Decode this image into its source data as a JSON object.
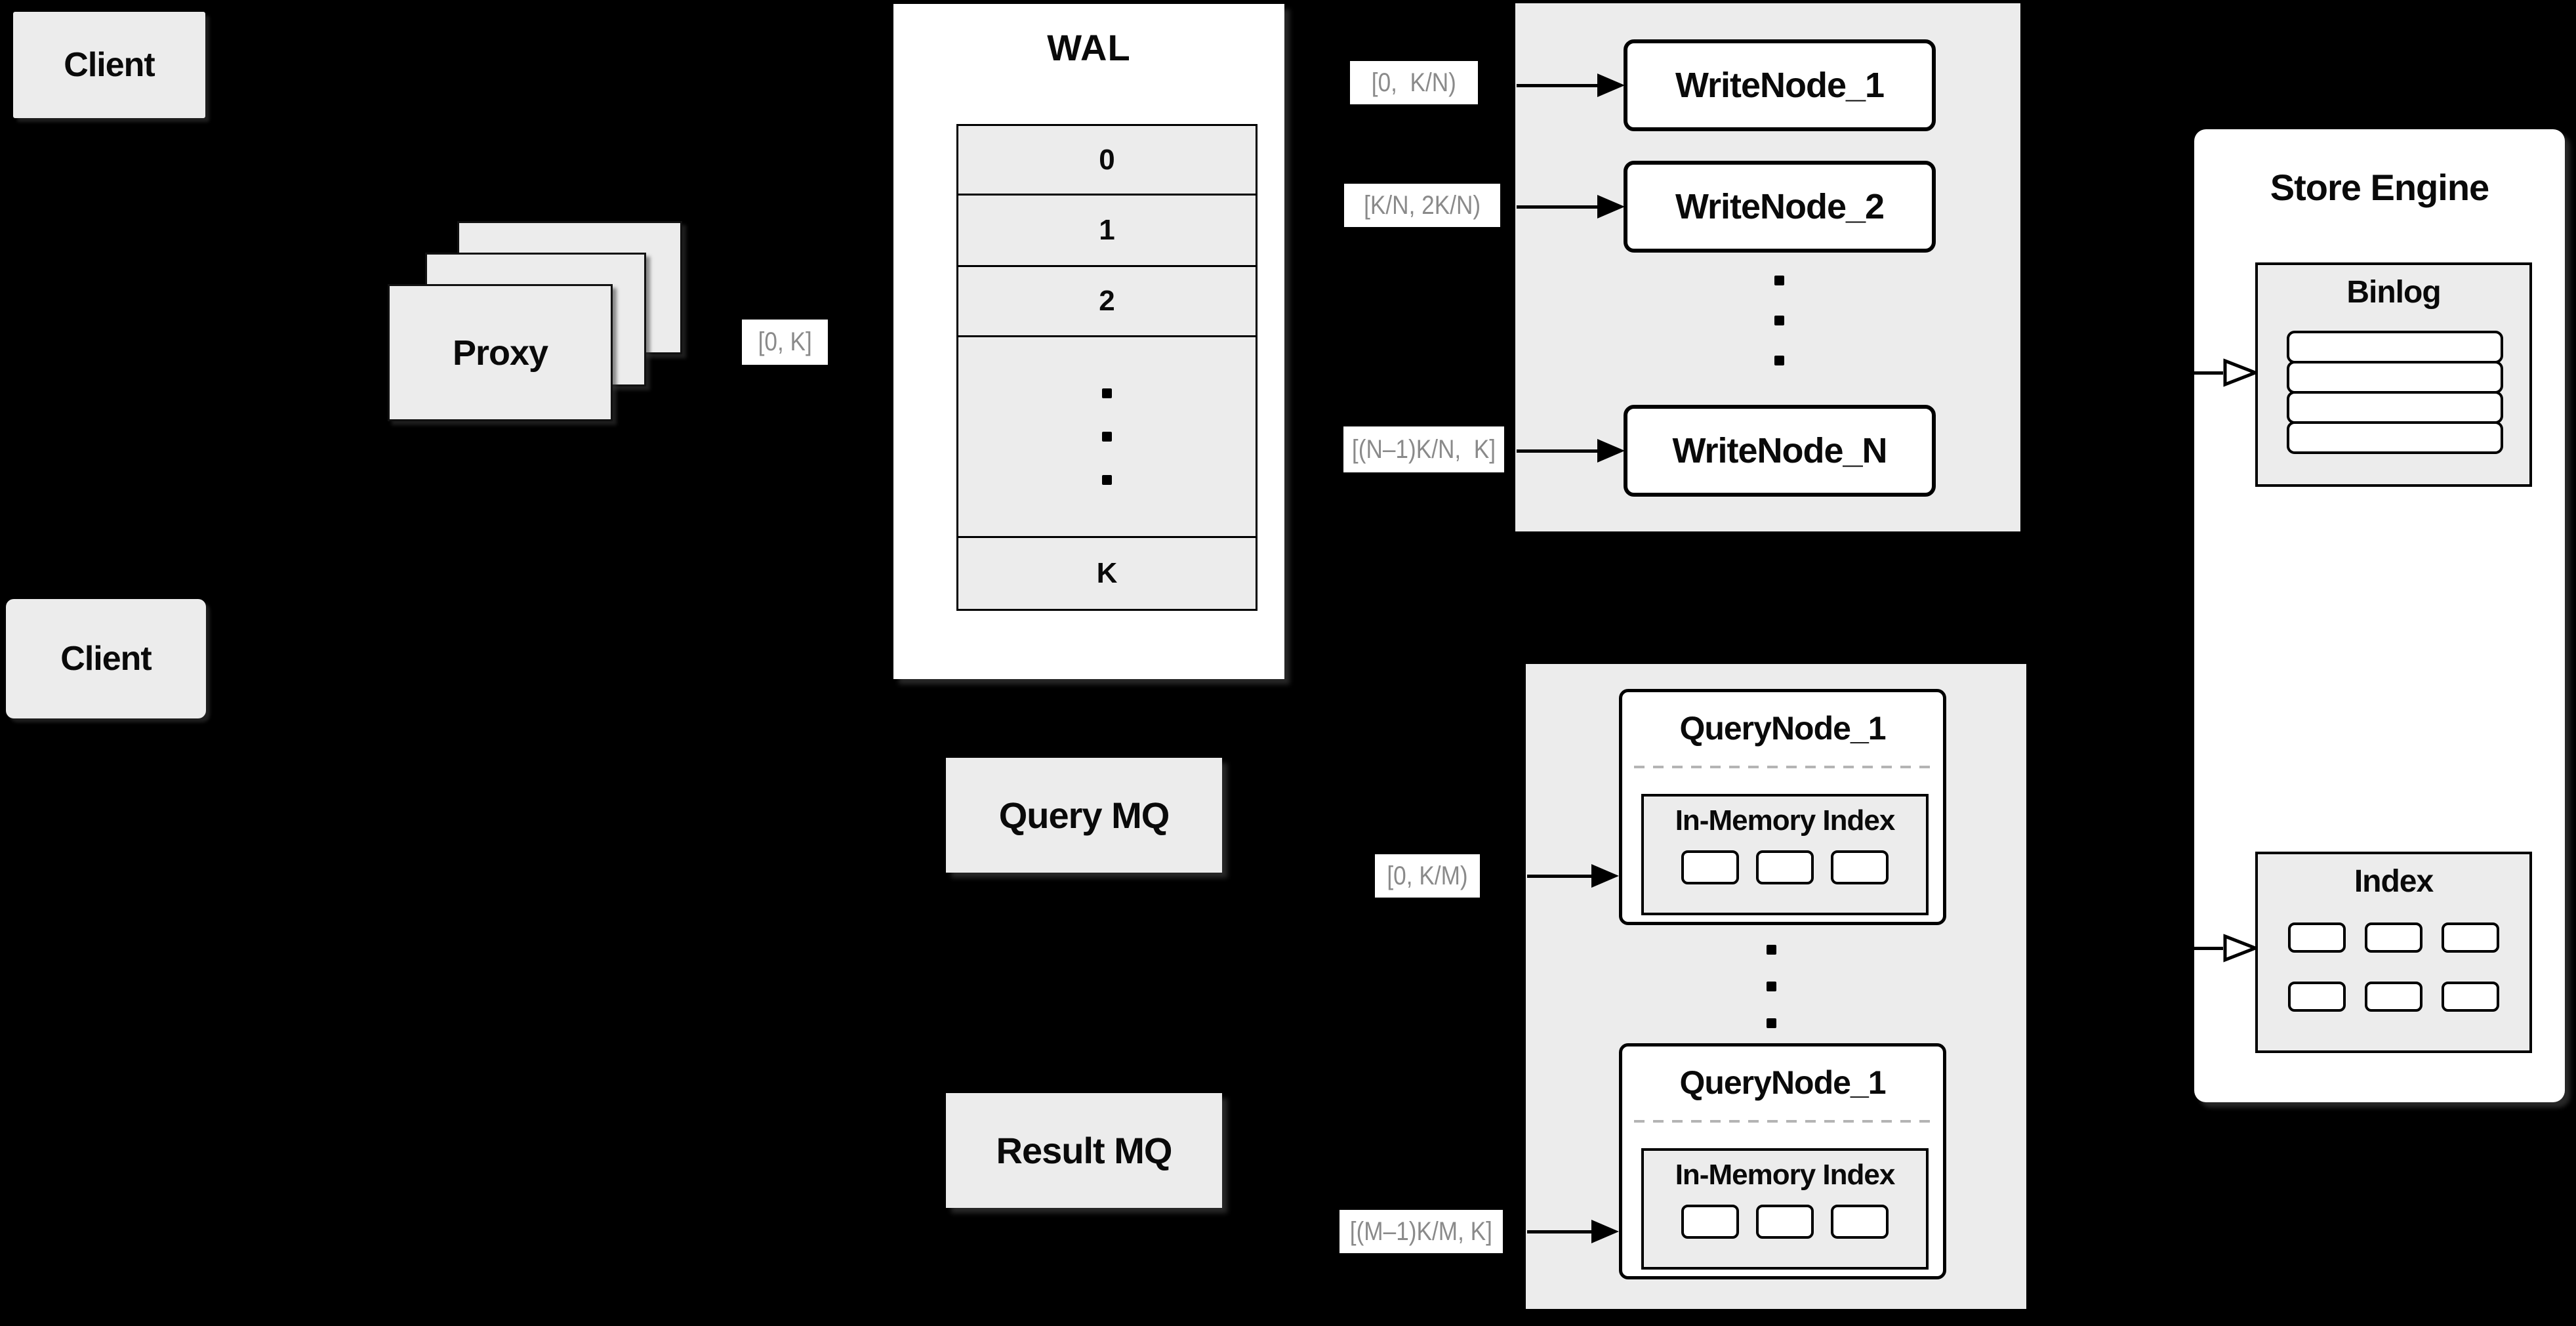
{
  "diagram": {
    "background": "#000000",
    "panel_fill": "#ececec",
    "box_fill": "#ffffff",
    "line_color": "#000000",
    "range_text_color": "#8a8a8a",
    "divider_color": "#b4b4b4"
  },
  "clients": {
    "top": "Client",
    "bottom": "Client"
  },
  "proxy": {
    "label": "Proxy",
    "range": "[0, K]"
  },
  "wal": {
    "title": "WAL",
    "rows": [
      "0",
      "1",
      "2",
      "K"
    ]
  },
  "write_section": {
    "node_1": "WriteNode_1",
    "node_2": "WriteNode_2",
    "node_n": "WriteNode_N",
    "range_1": "[0,  K/N)",
    "range_2": "[K/N, 2K/N)",
    "range_n": "[(N–1)K/N,  K]"
  },
  "mq": {
    "query": "Query MQ",
    "result": "Result MQ"
  },
  "query_section": {
    "node_1_title": "QueryNode_1",
    "node_2_title": "QueryNode_1",
    "in_memory_index": "In-Memory Index",
    "range_1": "[0, K/M)",
    "range_2": "[(M–1)K/M, K]"
  },
  "store_engine": {
    "title": "Store Engine",
    "binlog": "Binlog",
    "index": "Index"
  }
}
